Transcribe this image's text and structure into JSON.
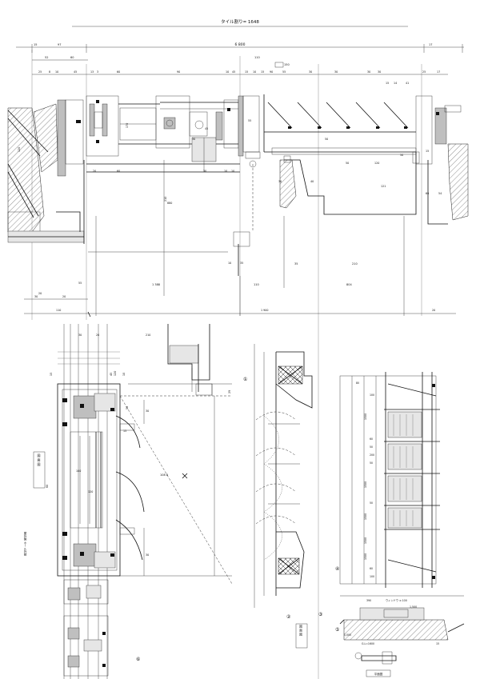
{
  "sheet": {
    "title": "タイル割り= 1648",
    "lineColor": "#111111",
    "paperColor": "#ffffff"
  },
  "section": {
    "overall": "6 800",
    "top_dims": [
      "15",
      "97",
      "60",
      "52",
      "110",
      "150",
      "17"
    ],
    "sub_dims": [
      "25",
      "8",
      "10",
      "45",
      "13",
      "3",
      "60",
      "90",
      "10",
      "45",
      "15",
      "10",
      "15",
      "90",
      "55",
      "30",
      "30",
      "30",
      "30",
      "15",
      "14",
      "41",
      "25",
      "17"
    ],
    "mid_dims": [
      "120",
      "170",
      "210",
      "60",
      "120",
      "121",
      "30",
      "10",
      "10",
      "55",
      "30",
      "50",
      "40",
      "50",
      "20",
      "50",
      "45",
      "30",
      "60",
      "15",
      "54"
    ],
    "heights": [
      "880",
      "1 388",
      "110",
      "804",
      "210",
      "35",
      "35",
      "10",
      "55",
      "20"
    ],
    "bottom_dims": [
      "30",
      "20",
      "110",
      "1 900",
      "20"
    ]
  },
  "plan": {
    "top_dims": [
      "30",
      "20",
      "210",
      "120",
      "10",
      "29"
    ],
    "side_dims": [
      "15",
      "45",
      "50",
      "30",
      "30",
      "15",
      "100",
      "120",
      "60"
    ],
    "center_dim": "108 8",
    "note_box": "図 面 図",
    "vertical_note": "屋外側 ホール外部",
    "marker": "⑥"
  },
  "elevation_curtain": {
    "markers": [
      "①",
      "②",
      "③"
    ]
  },
  "elevation_right": {
    "dims": [
      "80",
      "100",
      "1500",
      "60",
      "50",
      "200",
      "50",
      "1500",
      "50",
      "1500",
      "1500",
      "1500",
      "60",
      "100"
    ],
    "bottom_dims": [
      "390",
      "ウィンドウ ≡ 100",
      "1,500",
      "G.L=1600",
      "1,000",
      "15"
    ],
    "markers": [
      "④",
      "⑤"
    ],
    "box_label": "平面図"
  }
}
